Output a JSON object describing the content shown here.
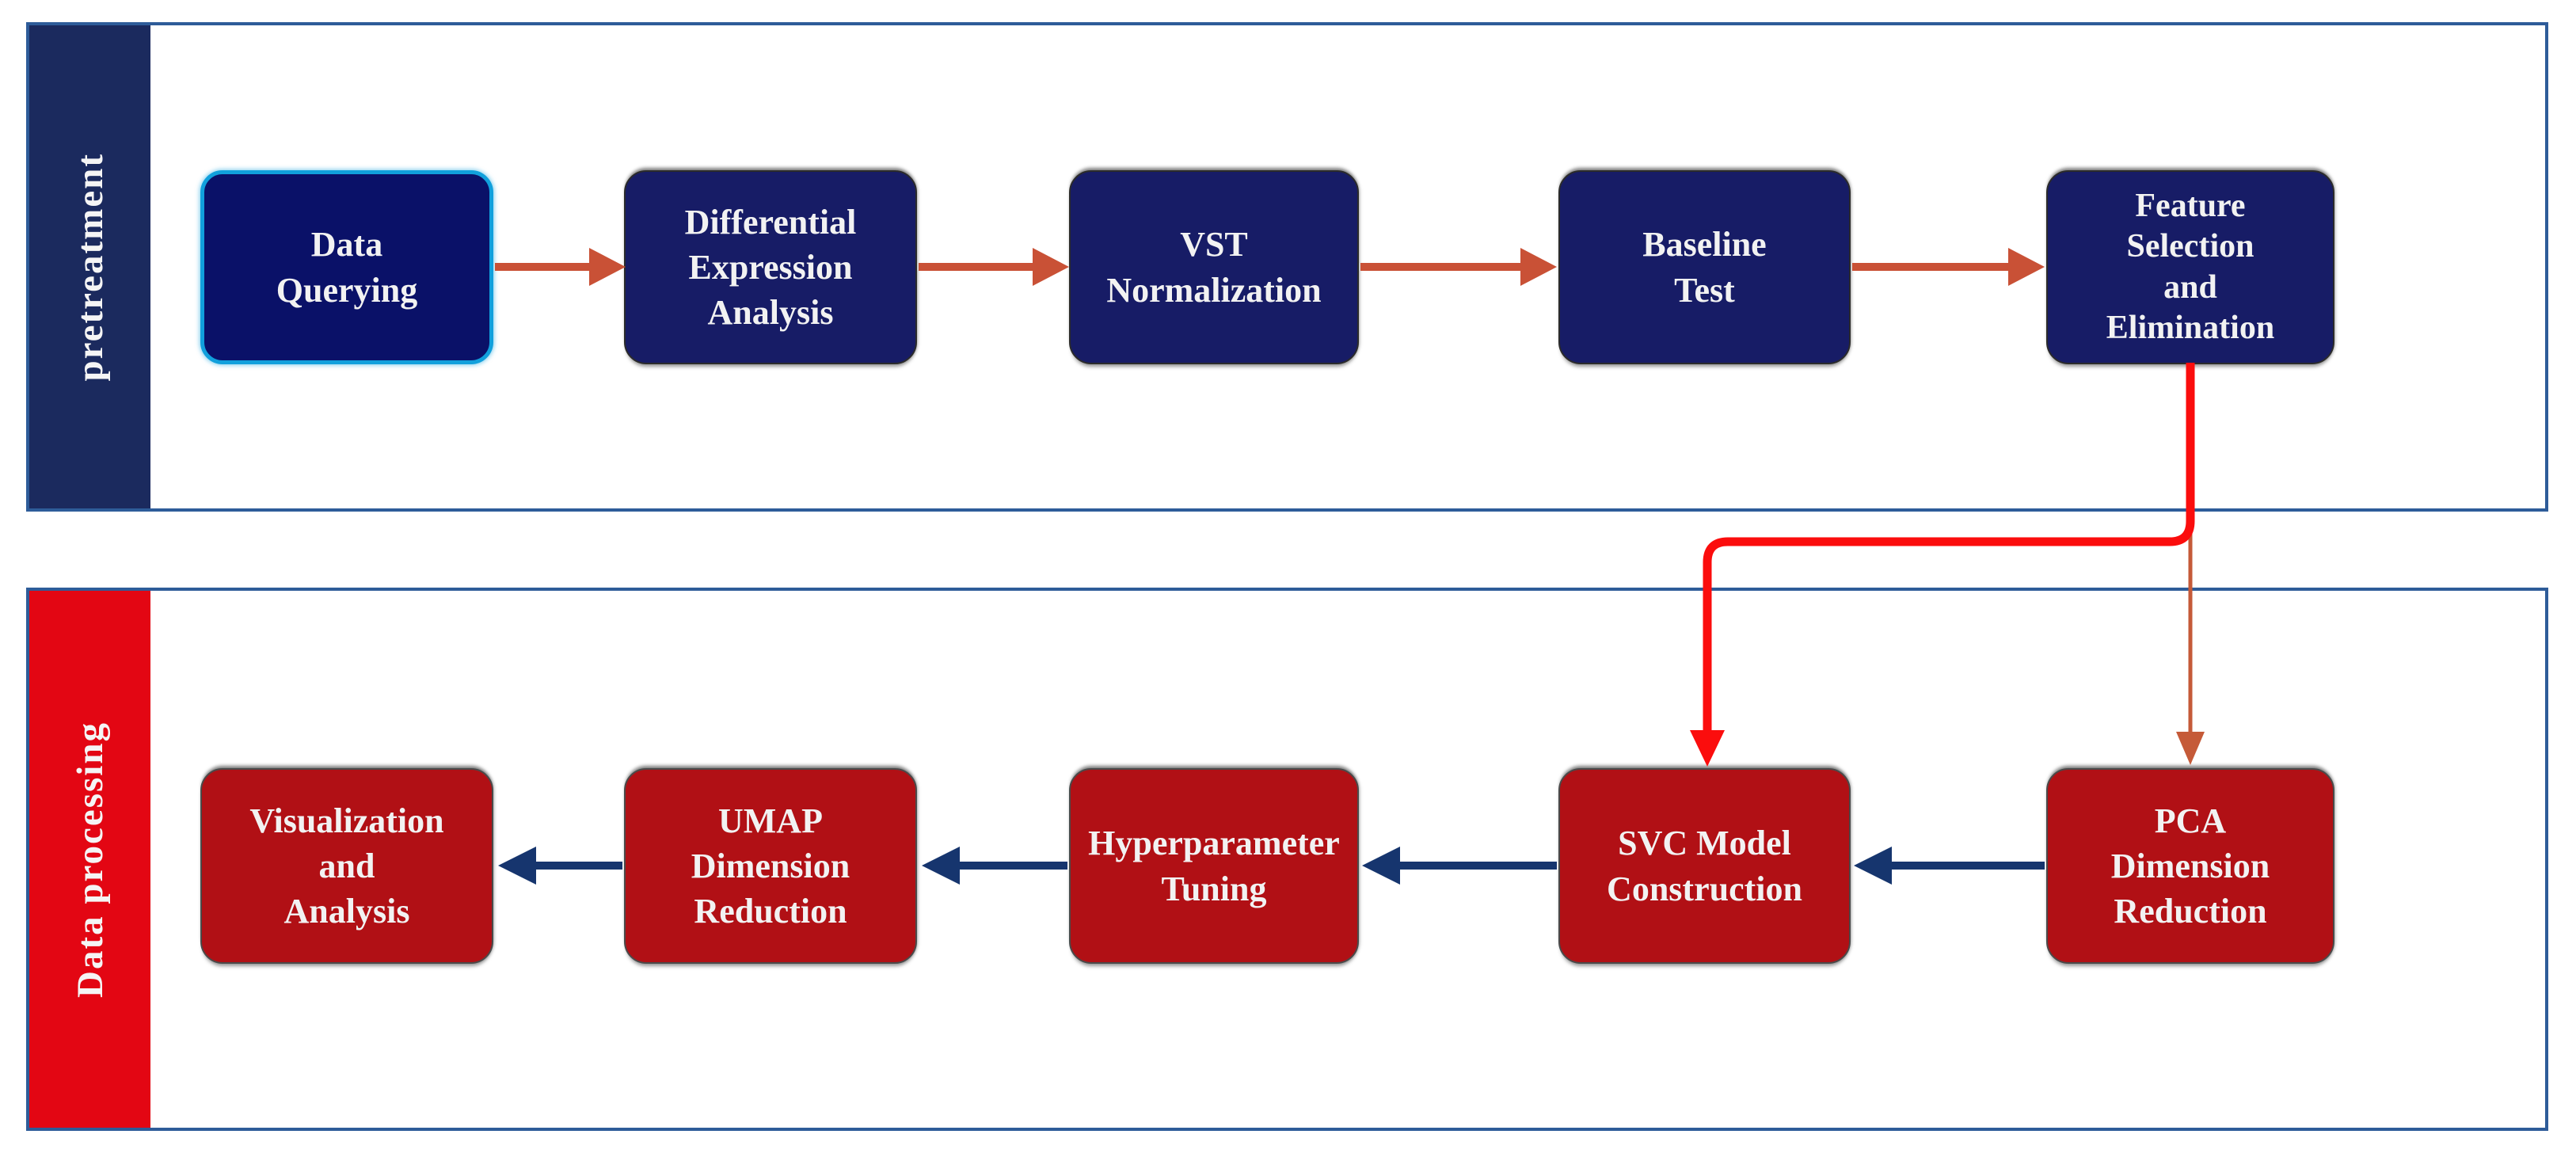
{
  "diagram": {
    "lanes": [
      {
        "label": "pretreatment",
        "boxes": [
          {
            "label": "Data\nQuerying"
          },
          {
            "label": "Differential\nExpression\nAnalysis"
          },
          {
            "label": "VST\nNormalization"
          },
          {
            "label": "Baseline\nTest"
          },
          {
            "label": "Feature\nSelection\nand\nElimination"
          }
        ]
      },
      {
        "label": "Data processing",
        "boxes": [
          {
            "label": "Visualization\nand\nAnalysis"
          },
          {
            "label": "UMAP\nDimension\nReduction"
          },
          {
            "label": "Hyperparameter\nTuning"
          },
          {
            "label": "SVC Model\nConstruction"
          },
          {
            "label": "PCA\nDimension\nReduction"
          }
        ]
      }
    ],
    "colors": {
      "lane_border": "#2E5C99",
      "pretreatment_sidebar": "#1B2A5E",
      "data_processing_sidebar": "#E30613",
      "navy_box": "#171C66",
      "first_box_fill": "#0A1168",
      "first_box_border": "#11A0DC",
      "red_box": "#B11015",
      "orange_arrow": "#C95136",
      "navy_arrow": "#16356E",
      "red_connector": "#FB0D0D",
      "thin_orange_connector": "#C55A38",
      "box_text": "#F2F2F2"
    }
  }
}
